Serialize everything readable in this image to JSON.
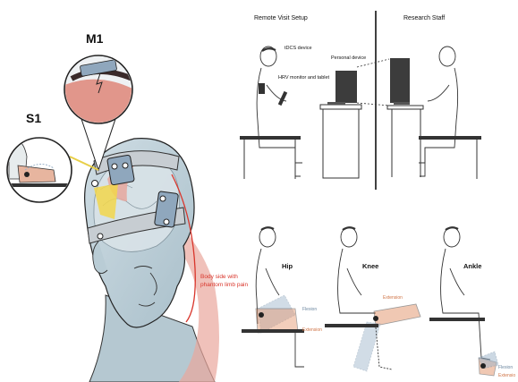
{
  "left_panel": {
    "label_m1": "M1",
    "label_s1": "S1",
    "pain_note_line1": "Body side with",
    "pain_note_line2": "phantom limb pain"
  },
  "setup_panel": {
    "title_left": "Remote Visit Setup",
    "title_right": "Research Staff",
    "label_tdcs": "tDCS device",
    "label_hrv": "HRV monitor and tablet",
    "label_personal": "Personal device"
  },
  "exercise_panel": {
    "hip": {
      "title": "Hip",
      "flexion": "Flexion",
      "extension": "Extension"
    },
    "knee": {
      "title": "Knee",
      "extension": "Extension"
    },
    "ankle": {
      "title": "Ankle",
      "flexion": "Flexion",
      "extension": "Extensio"
    }
  },
  "colors": {
    "pain_red": "#d9352b",
    "flexion_blue": "#9bb3c9",
    "extension_orange": "#e3936a",
    "skin_gray": "#b9ccd5",
    "outline": "#222222",
    "stim_pink": "#e1968b",
    "electrode_blue": "#8fa7bd"
  }
}
